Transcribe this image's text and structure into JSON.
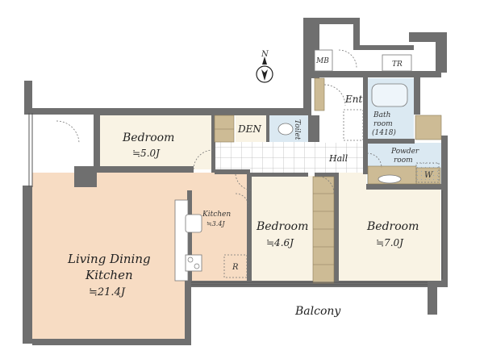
{
  "compass": {
    "north": "N"
  },
  "rooms": {
    "bedroom_top": {
      "name": "Bedroom",
      "size": "≒5.0J"
    },
    "den": {
      "name": "DEN"
    },
    "toilet": {
      "name": "Toilet"
    },
    "entrance": {
      "name": "Ent"
    },
    "mb": {
      "name": "MB"
    },
    "tr": {
      "name": "TR"
    },
    "bathroom": {
      "line1": "Bath",
      "line2": "room",
      "line3": "(1418)"
    },
    "powder": {
      "line1": "Powder",
      "line2": "room"
    },
    "w": {
      "name": "W"
    },
    "hall": {
      "name": "Hall"
    },
    "kitchen": {
      "name": "Kitchen",
      "size": "≒3.4J"
    },
    "refrigerator": {
      "name": "R"
    },
    "bedroom_mid": {
      "name": "Bedroom",
      "size": "≒4.6J"
    },
    "bedroom_right": {
      "name": "Bedroom",
      "size": "≒7.0J"
    },
    "ldk": {
      "line1": "Living Dining",
      "line2": "Kitchen",
      "size": "≒21.4J"
    },
    "balcony": {
      "name": "Balcony"
    }
  },
  "colors": {
    "wall": "#6f6f6f",
    "bedroom_floor": "#f9f3e4",
    "ldk_floor": "#f7dcc3",
    "wet_floor": "#dbe9f2",
    "storage": "#cdbb95",
    "hall_tile": "#ffffff"
  }
}
